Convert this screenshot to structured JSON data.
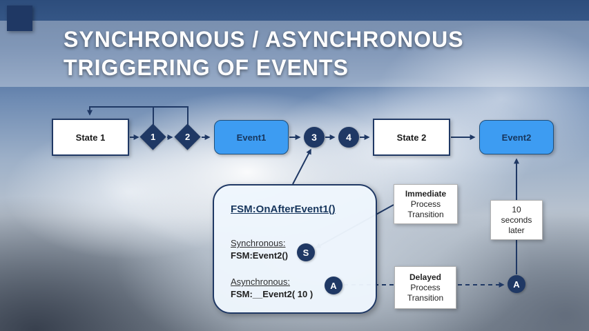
{
  "slide": {
    "title": {
      "line1": "SYNCHRONOUS / ASYNCHRONOUS",
      "line2": "TRIGGERING OF EVENTS"
    }
  },
  "flow": {
    "state1": "State 1",
    "gate1": "1",
    "gate2": "2",
    "event1": "Event1",
    "step3": "3",
    "step4": "4",
    "state2": "State 2",
    "event2": "Event2"
  },
  "fsm_box": {
    "title": "FSM:OnAfterEvent1()",
    "sync_label": "Synchronous:",
    "sync_code": "FSM:Event2()",
    "sync_badge": "S",
    "async_label": "Asynchronous:",
    "async_code": "FSM:__Event2( 10 )",
    "async_badge": "A"
  },
  "callouts": {
    "immediate": {
      "line1": "Immediate",
      "line2": "Process",
      "line3": "Transition"
    },
    "timer": {
      "line1": "10",
      "line2": "seconds",
      "line3": "later"
    },
    "delayed": {
      "line1": "Delayed",
      "line2": "Process",
      "line3": "Transition"
    },
    "async_target_badge": "A"
  },
  "colors": {
    "navy": "#1f3864",
    "event_blue": "#3d9cf2",
    "title_text": "#ffffff"
  }
}
